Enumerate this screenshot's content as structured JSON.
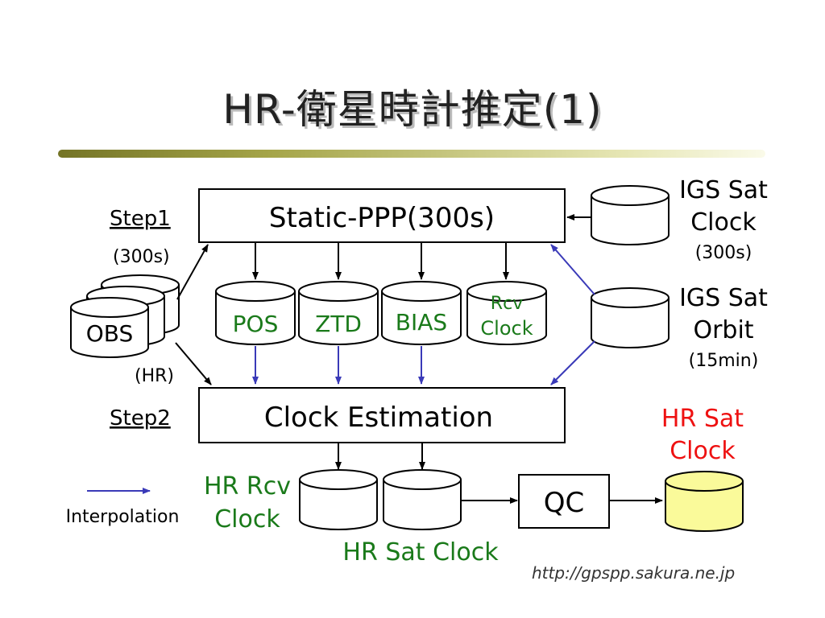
{
  "title": "HR-衛星時計推定(1)",
  "url": "http://gpspp.sakura.ne.jp",
  "steps": {
    "step1": "Step1",
    "step1_sub": "(300s)",
    "step2": "Step2",
    "hr": "(HR)"
  },
  "obs_label": "OBS",
  "boxes": {
    "static_ppp": "Static-PPP(300s)",
    "clock_est": "Clock Estimation",
    "qc": "QC"
  },
  "products": [
    "POS",
    "ZTD",
    "BIAS"
  ],
  "rcv_clock": {
    "line1": "Rcv",
    "line2": "Clock"
  },
  "igs_clock": {
    "line1": "IGS Sat",
    "line2": "Clock",
    "line3": "(300s)"
  },
  "igs_orbit": {
    "line1": "IGS Sat",
    "line2": "Orbit",
    "line3": "(15min)"
  },
  "hr_sat_clock_red": {
    "line1": "HR Sat",
    "line2": "Clock"
  },
  "hr_rcv_clock": {
    "line1": "HR Rcv",
    "line2": "Clock"
  },
  "hr_sat_clock_green": "HR Sat Clock",
  "legend": {
    "label": "Interpolation"
  },
  "colors": {
    "green": "#1a7a1a",
    "red": "#ee1111",
    "blue": "#3a3ab8",
    "yellow": "#fafa9a"
  }
}
